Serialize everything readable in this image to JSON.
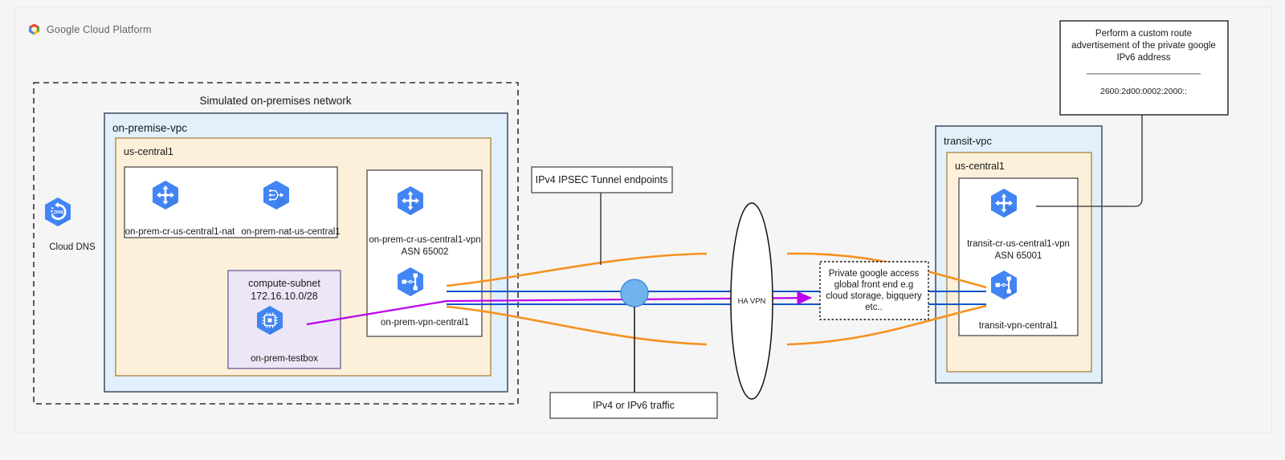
{
  "brand": {
    "logo_icon": "google-cloud-platform-logo-icon",
    "name": "Google Cloud Platform"
  },
  "colors": {
    "page_bg": "#f5f5f5",
    "vpc_fill": "#e1f0fb",
    "vpc_stroke": "#4a5568",
    "region_fill": "#fdf0da",
    "region_stroke": "#b08a4a",
    "inner_fill": "#ffffff",
    "inner_stroke": "#4a4a4a",
    "subnet_fill": "#ece6f6",
    "subnet_stroke": "#6b5b95",
    "gcp_blue": "#4285f4",
    "gcp_blue_dark": "#3367d6",
    "tunnel_orange": "#f5911e",
    "traffic_blue": "#1155cc",
    "traffic_purple": "#bb00ee",
    "node_circle": "#6fb3ef",
    "dashed_stroke": "#333333"
  },
  "onprem": {
    "outer_title": "Simulated on-premises network",
    "vpc_title": "on-premise-vpc",
    "region_title": "us-central1",
    "nodes": {
      "cloud_dns": {
        "label": "Cloud DNS",
        "icon": "cloud-dns-icon"
      },
      "router_nat": {
        "label": "on-prem-cr-us-central1-nat",
        "icon": "cloud-router-icon"
      },
      "nat": {
        "label": "on-prem-nat-us-central1",
        "icon": "cloud-nat-icon"
      },
      "router_vpn": {
        "label_line1": "on-prem-cr-us-central1-vpn",
        "label_line2": "ASN 65002",
        "icon": "cloud-router-icon"
      },
      "vpn_gateway": {
        "label": "on-prem-vpn-central1",
        "icon": "vpn-gateway-icon"
      },
      "testbox": {
        "label": "on-prem-testbox",
        "icon": "compute-instance-icon"
      }
    },
    "subnet": {
      "name": "compute-subnet",
      "cidr": "172.16.10.0/28"
    }
  },
  "transit": {
    "vpc_title": "transit-vpc",
    "region_title": "us-central1",
    "nodes": {
      "router_vpn": {
        "label_line1": "transit-cr-us-central1-vpn",
        "label_line2": "ASN 65001",
        "icon": "cloud-router-icon"
      },
      "vpn_gateway": {
        "label": "transit-vpn-central1",
        "icon": "vpn-gateway-icon"
      }
    }
  },
  "annotations": {
    "ipsec_tunnel": "IPv4 IPSEC Tunnel endpoints",
    "traffic": "IPv4 or IPv6 traffic",
    "ha_vpn": "HA VPN",
    "private_google_access": [
      "Private google access",
      "global front end e.g",
      "cloud storage, bigquery",
      "etc.."
    ],
    "custom_route": {
      "lines": [
        "Perform a custom route",
        "advertisement of the private google",
        "IPv6 address"
      ],
      "value": "2600:2d00:0002:2000::"
    }
  }
}
